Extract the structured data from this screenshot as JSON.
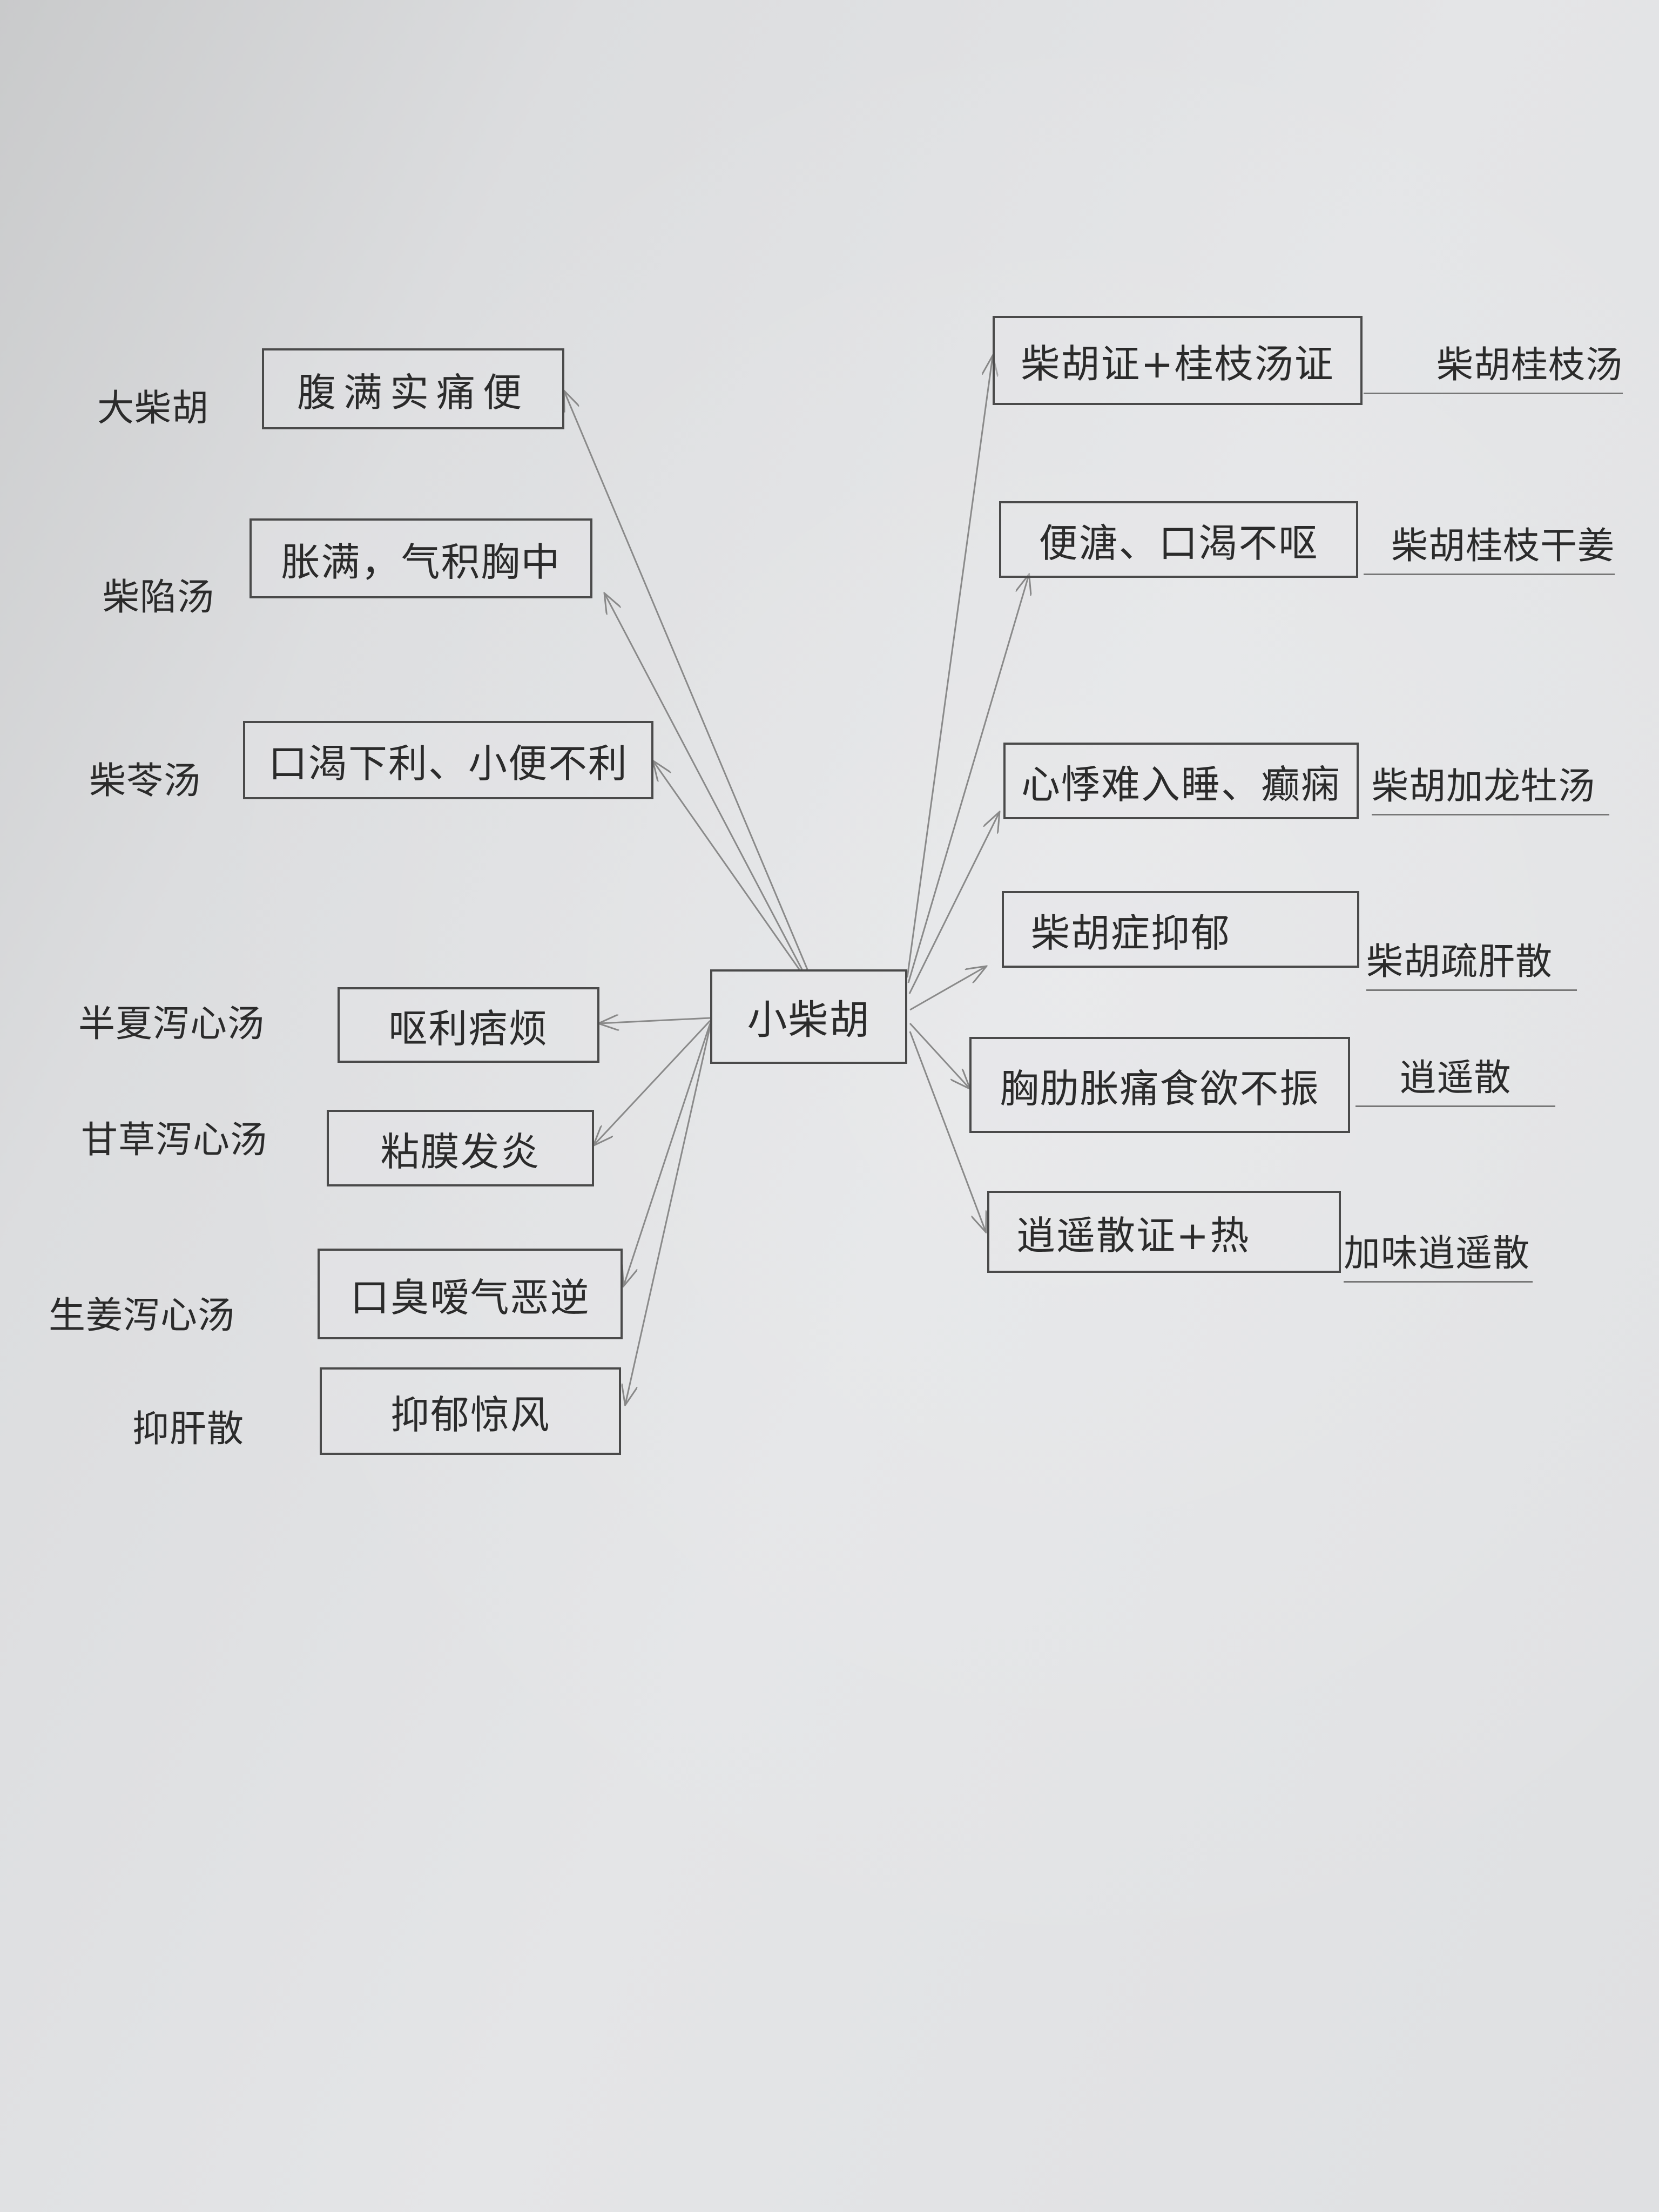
{
  "center": "小柴胡",
  "left": [
    {
      "formula": "大柴胡",
      "condition": "腹满实痛便"
    },
    {
      "formula": "柴陷汤",
      "condition": "胀满，气积胸中"
    },
    {
      "formula": "柴苓汤",
      "condition": "口渴下利、小便不利"
    },
    {
      "formula": "半夏泻心汤",
      "condition": "呕利痞烦"
    },
    {
      "formula": "甘草泻心汤",
      "condition": "粘膜发炎"
    },
    {
      "formula": "生姜泻心汤",
      "condition": "口臭嗳气恶逆"
    },
    {
      "formula": "抑肝散",
      "condition": "抑郁惊风"
    }
  ],
  "right": [
    {
      "condition": "柴胡证+桂枝汤证",
      "formula": "柴胡桂枝汤"
    },
    {
      "condition": "便溏、口渴不呕",
      "formula": "柴胡桂枝干姜"
    },
    {
      "condition": "心悸难入睡、癫痫",
      "formula": "柴胡加龙牡汤"
    },
    {
      "condition": "柴胡症抑郁",
      "formula": "柴胡疏肝散"
    },
    {
      "condition": "胸肋胀痛食欲不振",
      "formula": "逍遥散"
    },
    {
      "condition": "逍遥散证+热",
      "formula": "加味逍遥散"
    }
  ]
}
